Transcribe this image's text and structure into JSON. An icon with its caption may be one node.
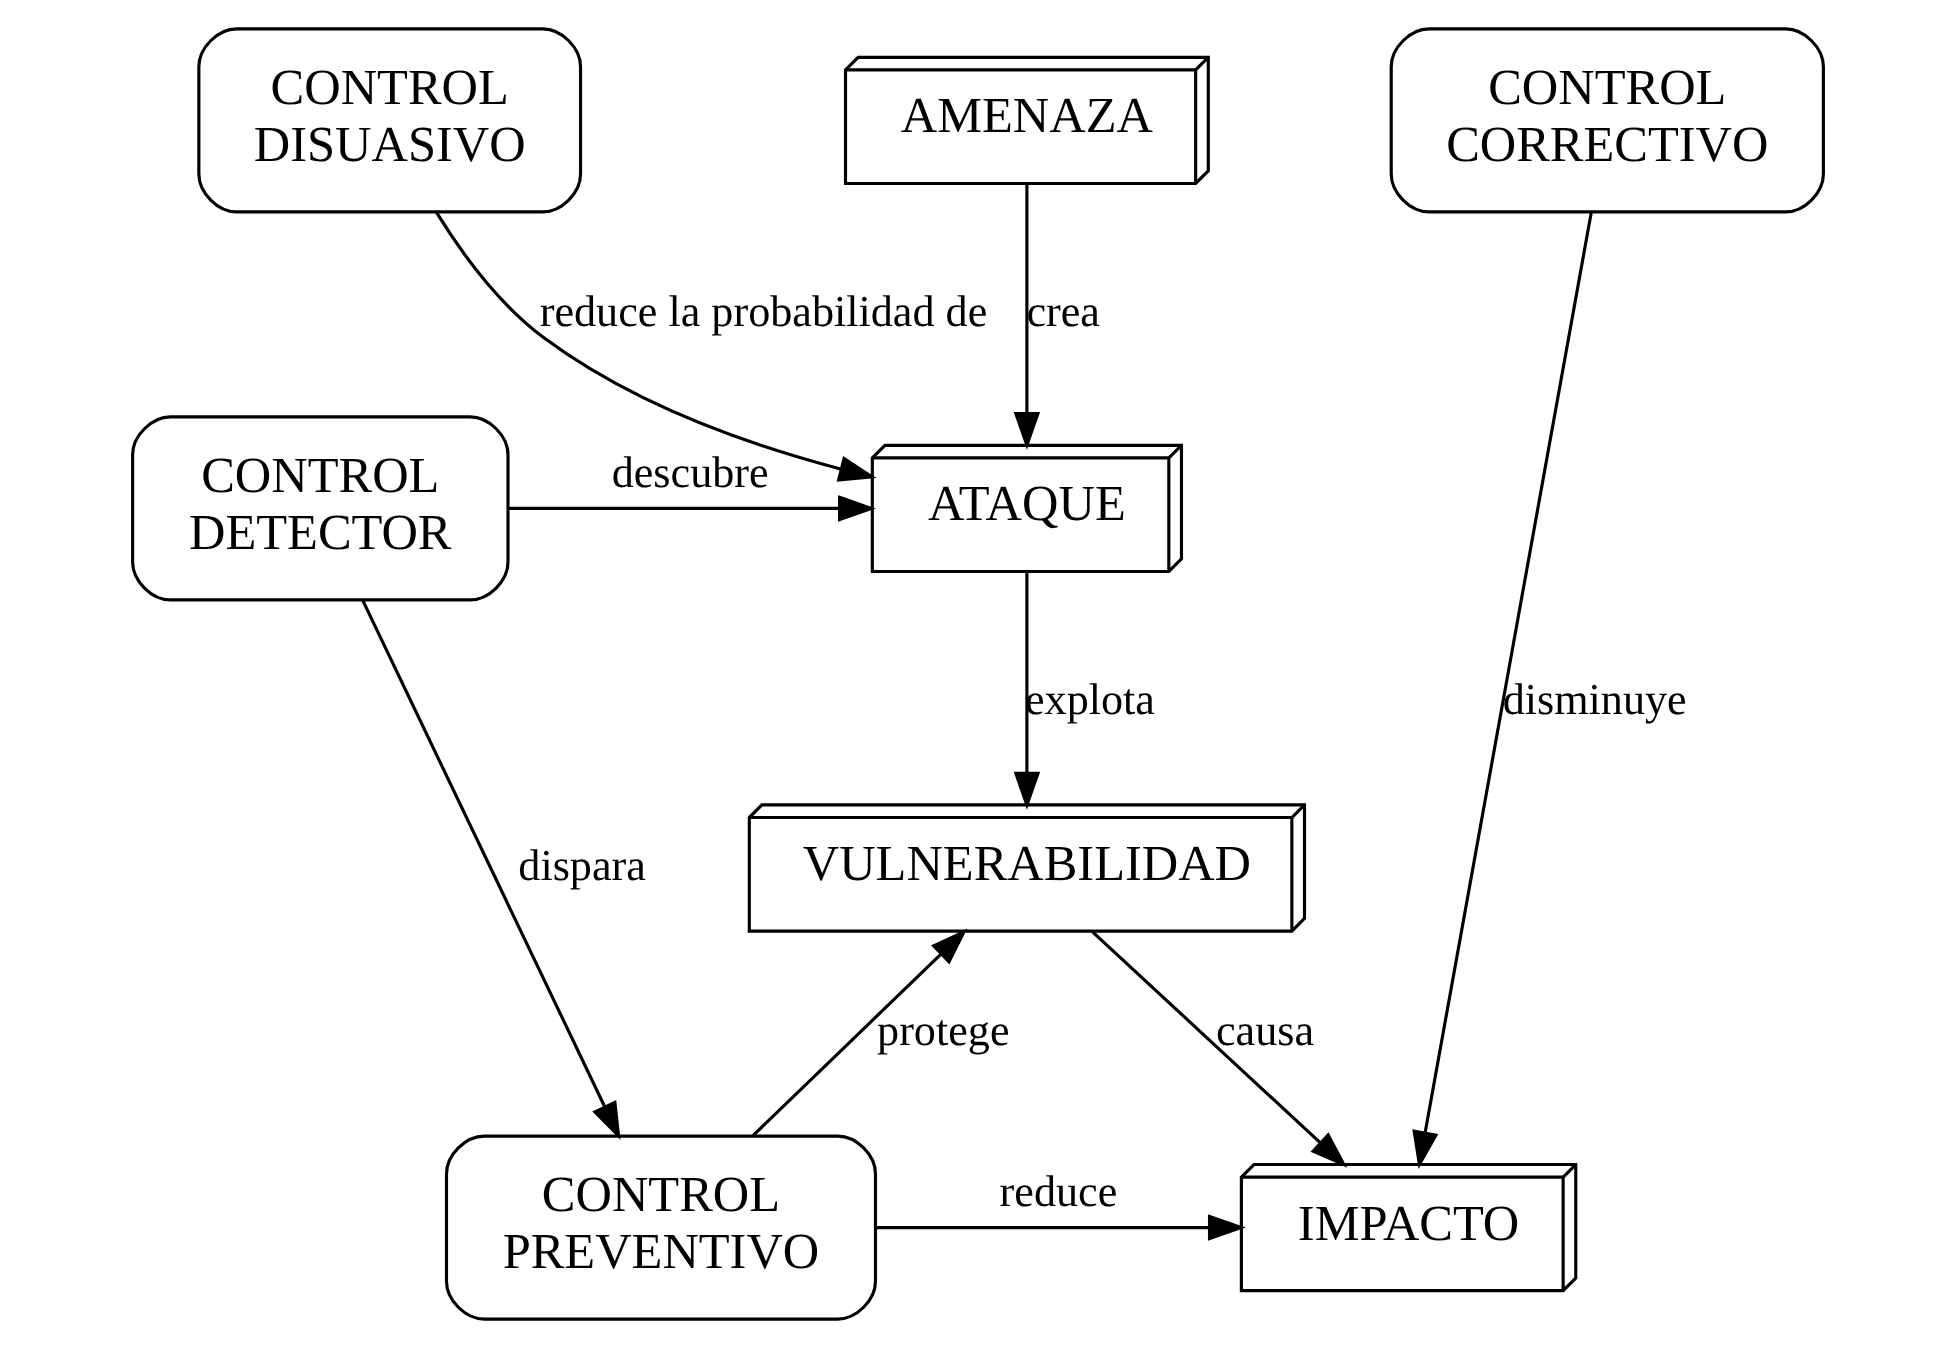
{
  "diagram": {
    "nodes": [
      {
        "text": [
          "CONTROL DISUASIVO"
        ]
      },
      {
        "text": [
          "AMENAZA"
        ]
      },
      {
        "text": [
          "CONTROL CORRECTIVO"
        ]
      },
      {
        "text": [
          "ATAQUE"
        ]
      },
      {
        "text": [
          "CONTROL DETECTOR"
        ]
      },
      {
        "text": [
          "VULNERABILIDAD"
        ]
      },
      {
        "text": [
          "CONTROL PREVENTIVO"
        ]
      },
      {
        "text": [
          "IMPACTO"
        ]
      }
    ],
    "edges": [
      {
        "from": 0,
        "to": 3,
        "arrow": "to",
        "label": "reduce la probabilidad de"
      },
      {
        "from": 1,
        "to": 3,
        "arrow": "to",
        "label": "crea"
      },
      {
        "from": 4,
        "to": 3,
        "arrow": "to",
        "label": "descubre"
      },
      {
        "from": 3,
        "to": 5,
        "arrow": "to",
        "label": "explota"
      },
      {
        "from": 4,
        "to": 6,
        "arrow": "to",
        "label": "dispara"
      },
      {
        "from": 6,
        "to": 5,
        "arrow": "to",
        "label": "protege"
      },
      {
        "from": 5,
        "to": 7,
        "arrow": "to",
        "label": "causa"
      },
      {
        "from": 2,
        "to": 7,
        "arrow": "to",
        "label": "disminuye"
      },
      {
        "from": 6,
        "to": 7,
        "arrow": "to",
        "label": "reduce"
      }
    ]
  }
}
